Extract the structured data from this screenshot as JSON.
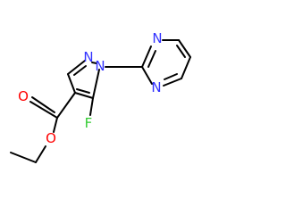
{
  "molecule": {
    "atoms": {
      "n_pyrazole_2": "N",
      "n_pyrazole_1": "N",
      "n_pyrimidine_3": "N",
      "n_pyrimidine_1": "N",
      "fluorine": "F",
      "o_carbonyl": "O",
      "o_ester": "O"
    },
    "colors": {
      "bond": "#000000",
      "nitrogen": "#3333ff",
      "oxygen": "#ff0000",
      "fluorine": "#33cc33"
    }
  }
}
